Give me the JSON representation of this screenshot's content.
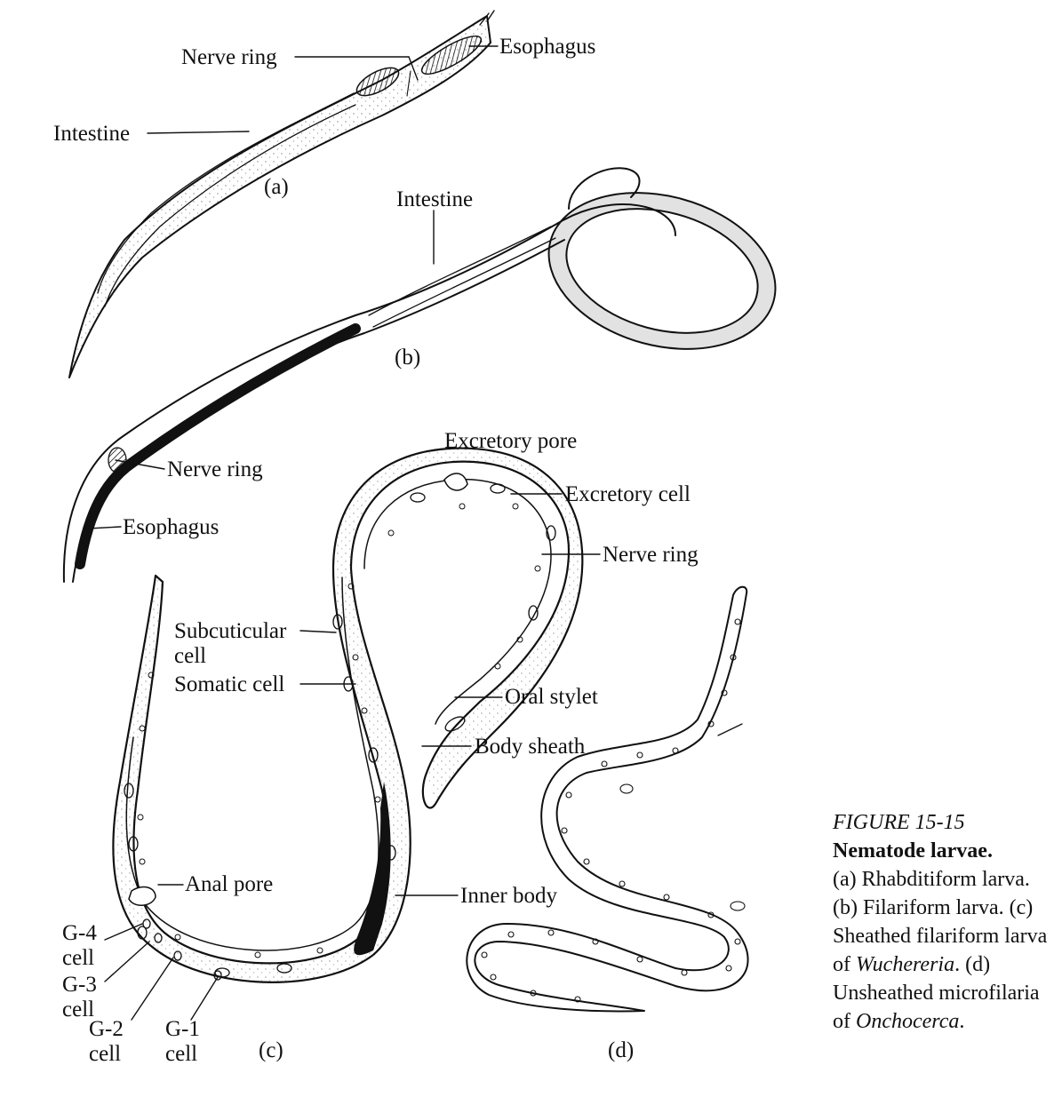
{
  "figure": {
    "number": "FIGURE 15-15",
    "title": "Nematode larvae.",
    "caption": {
      "a": "(a) Rhabditiform larva.",
      "b": "(b) Filariform larva.",
      "c_pre": "(c) Sheathed filariform larva of",
      "c_genus": "Wuchereria",
      "d_pre": ". (d) Unsheathed microfilaria of",
      "d_genus": "Onchocerca",
      "end": "."
    }
  },
  "panels": {
    "a": {
      "letter": "(a)",
      "labels": {
        "nerve_ring": "Nerve ring",
        "esophagus": "Esophagus",
        "intestine": "Intestine"
      }
    },
    "b": {
      "letter": "(b)",
      "labels": {
        "intestine": "Intestine",
        "nerve_ring": "Nerve ring",
        "esophagus": "Esophagus"
      }
    },
    "c": {
      "letter": "(c)",
      "labels": {
        "excretory_pore": "Excretory pore",
        "excretory_cell": "Excretory cell",
        "nerve_ring": "Nerve ring",
        "subcuticular_cell_1": "Subcuticular",
        "subcuticular_cell_2": "cell",
        "somatic_cell": "Somatic cell",
        "oral_stylet": "Oral stylet",
        "body_sheath": "Body sheath",
        "anal_pore": "Anal pore",
        "inner_body": "Inner body",
        "g4_1": "G-4",
        "g4_2": "cell",
        "g3_1": "G-3",
        "g3_2": "cell",
        "g2_1": "G-2",
        "g2_2": "cell",
        "g1_1": "G-1",
        "g1_2": "cell"
      }
    },
    "d": {
      "letter": "(d)"
    }
  }
}
